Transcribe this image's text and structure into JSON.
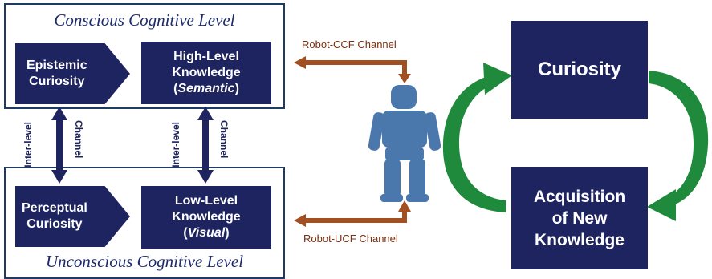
{
  "conscious": {
    "title": "Conscious Cognitive Level",
    "epistemic": [
      "Epistemic",
      "Curiosity"
    ],
    "high_level": {
      "line1": "High-Level",
      "line2": "Knowledge",
      "open": "(",
      "em": "Semantic",
      "close": ")"
    }
  },
  "unconscious": {
    "title": "Unconscious Cognitive Level",
    "perceptual": [
      "Perceptual",
      "Curiosity"
    ],
    "low_level": {
      "line1": "Low-Level",
      "line2": "Knowledge",
      "open": "(",
      "em": "Visual",
      "close": ")"
    }
  },
  "inter_level": {
    "inter": "Inter-",
    "level": "level",
    "channel": "Channel"
  },
  "channels": {
    "ccf": "Robot-CCF Channel",
    "ucf": "Robot-UCF Channel"
  },
  "cycle": {
    "curiosity": "Curiosity",
    "acquisition": [
      "Acquisition",
      "of New",
      "Knowledge"
    ]
  },
  "colors": {
    "box": "#1e2460",
    "frame": "#1f3a63",
    "channel_arrow": "#a24f22",
    "robot": "#4a78ad",
    "cycle_arrow": "#1f8a3c"
  },
  "icons": {
    "robot": "humanoid-robot-icon"
  }
}
